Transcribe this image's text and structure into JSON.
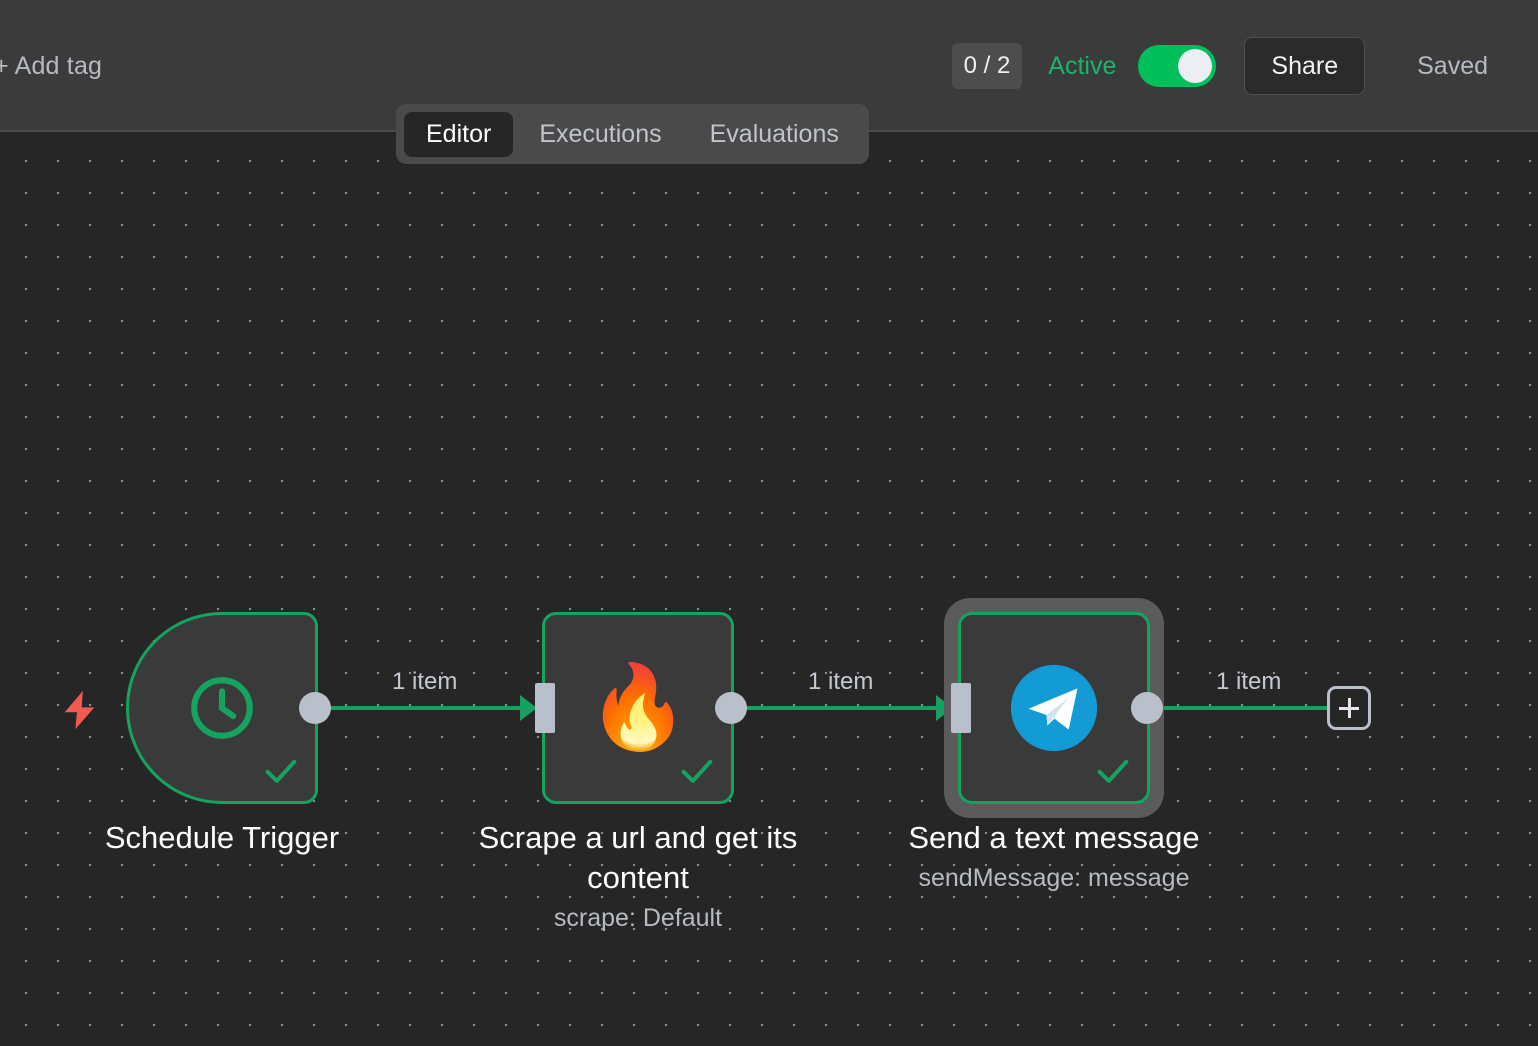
{
  "header": {
    "add_tag_label": "+ Add tag",
    "count_badge": "0 / 2",
    "active_label": "Active",
    "share_label": "Share",
    "saved_label": "Saved",
    "toggle_state": "on",
    "accent_green": "#00c05b",
    "active_text_green": "#19b56c"
  },
  "tabs": [
    {
      "label": "Editor",
      "selected": true
    },
    {
      "label": "Executions",
      "selected": false
    },
    {
      "label": "Evaluations",
      "selected": false
    }
  ],
  "canvas": {
    "background": "#262626",
    "grid": "dot",
    "node_border_green": "#14a45f",
    "edge_green": "#17a05f",
    "selection_halo": "#5b5b5b",
    "trigger_bolt_color": "#ef5a53"
  },
  "nodes": [
    {
      "title": "Schedule Trigger",
      "subtitle": "",
      "icon": "clock-icon",
      "shape": "trigger",
      "status": "success",
      "selected": false
    },
    {
      "title": "Scrape a url and get its\ncontent",
      "subtitle": "scrape: Default",
      "icon": "fire-icon",
      "shape": "rect",
      "status": "success",
      "selected": false
    },
    {
      "title": "Send a text message",
      "subtitle": "sendMessage: message",
      "icon": "telegram-icon",
      "shape": "rect",
      "status": "success",
      "selected": true
    }
  ],
  "edges": [
    {
      "label": "1 item"
    },
    {
      "label": "1 item"
    },
    {
      "label": "1 item"
    }
  ],
  "add_node_button": {
    "label": "+"
  }
}
